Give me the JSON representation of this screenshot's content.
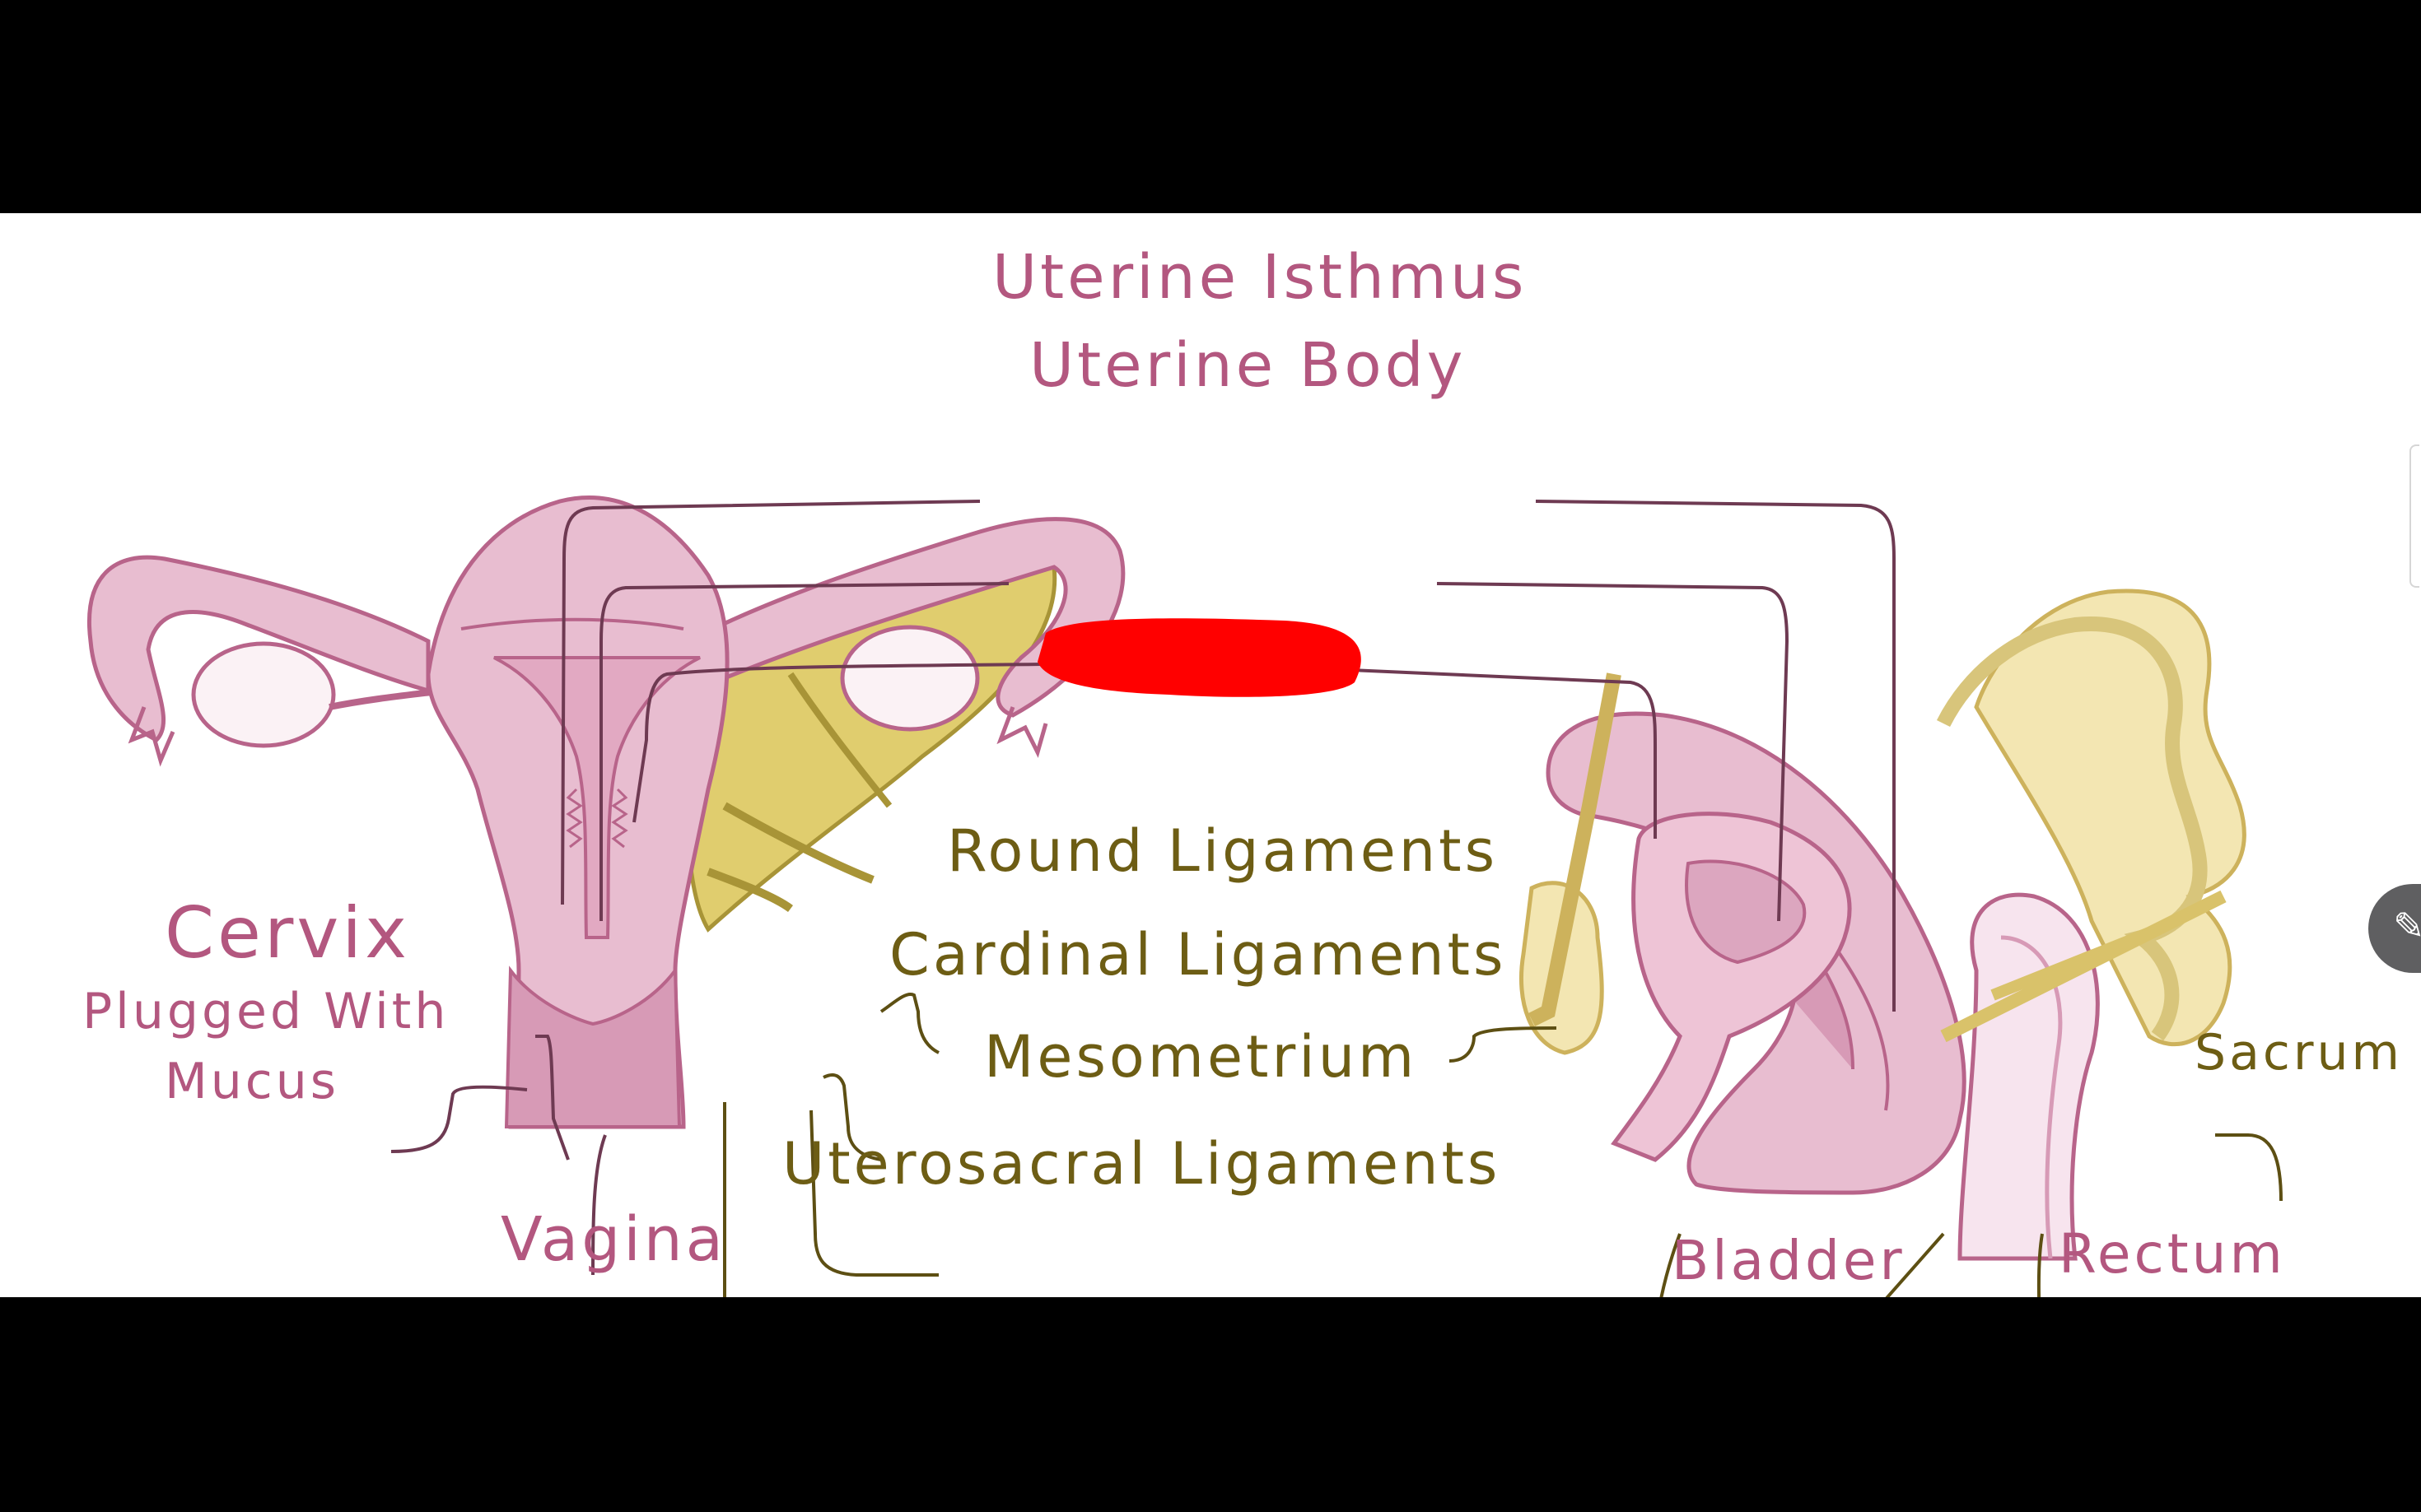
{
  "diagram": {
    "labels": {
      "uterine_isthmus": "Uterine Isthmus",
      "uterine_body": "Uterine Body",
      "round_ligaments": "Round Ligaments",
      "cardinal_ligaments": "Cardinal Ligaments",
      "mesometrium": "Mesometrium",
      "uterosacral_ligaments": "Uterosacral Ligaments",
      "cervix": "Cervix",
      "cervix_note_line1": "Plugged With",
      "cervix_note_line2": "Mucus",
      "vagina": "Vagina",
      "bladder": "Bladder",
      "rectum": "Rectum",
      "sacrum": "Sacrum"
    },
    "colors": {
      "uterus_pink": "#e8bdd0",
      "uterus_outline": "#b8648a",
      "ligament_yellow": "#e0cd6e",
      "sacrum_tan": "#f3e6b2",
      "label_pink": "#b3577f",
      "label_olive": "#6d5d14",
      "redaction_red": "#ff0000"
    },
    "icons": {
      "edit": "pencil-icon"
    }
  }
}
